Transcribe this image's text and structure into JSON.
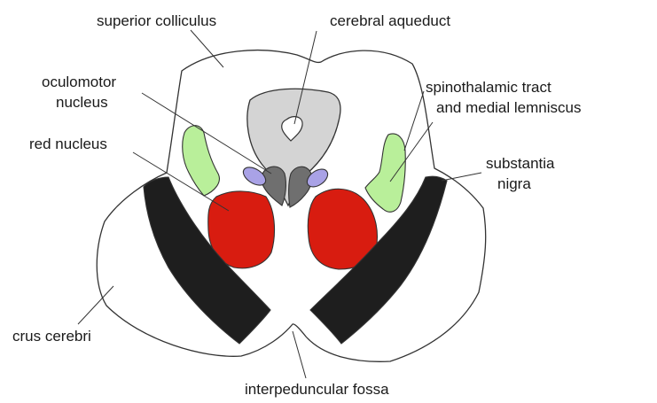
{
  "labels": {
    "superior_colliculus": "superior colliculus",
    "cerebral_aqueduct": "cerebral aqueduct",
    "oculomotor_nucleus_line1": "oculomotor",
    "oculomotor_nucleus_line2": "nucleus",
    "spinothalamic_line1": "spinothalamic tract",
    "spinothalamic_line2": "and medial lemniscus",
    "red_nucleus": "red nucleus",
    "substantia_nigra_line1": "substantia",
    "substantia_nigra_line2": "nigra",
    "crus_cerebri": "crus cerebri",
    "interpeduncular_fossa": "interpeduncular fossa"
  },
  "colors": {
    "outline": "#333333",
    "periaqueductal_gray": "#d4d4d4",
    "oculomotor_nucleus": "#6f6f6f",
    "edinger_westphal": "#a9a2e6",
    "spinothalamic": "#b9ef9a",
    "red_nucleus": "#d81c10",
    "substantia_nigra": "#1e1e1e"
  }
}
